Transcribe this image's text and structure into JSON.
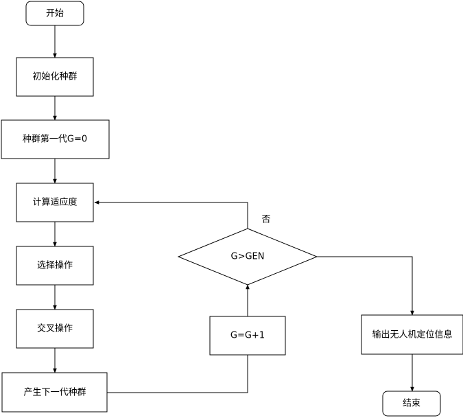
{
  "diagram": {
    "nodes": {
      "start": "开始",
      "init_population": "初始化种群",
      "generation_zero": "种群第一代G=0",
      "compute_fitness": "计算适应度",
      "selection": "选择操作",
      "crossover": "交叉操作",
      "next_generation": "产生下一代种群",
      "increment_g": "G=G+1",
      "decision": "G>GEN",
      "output": "输出无人机定位信息",
      "end": "结束"
    },
    "edge_labels": {
      "no": "否"
    }
  }
}
